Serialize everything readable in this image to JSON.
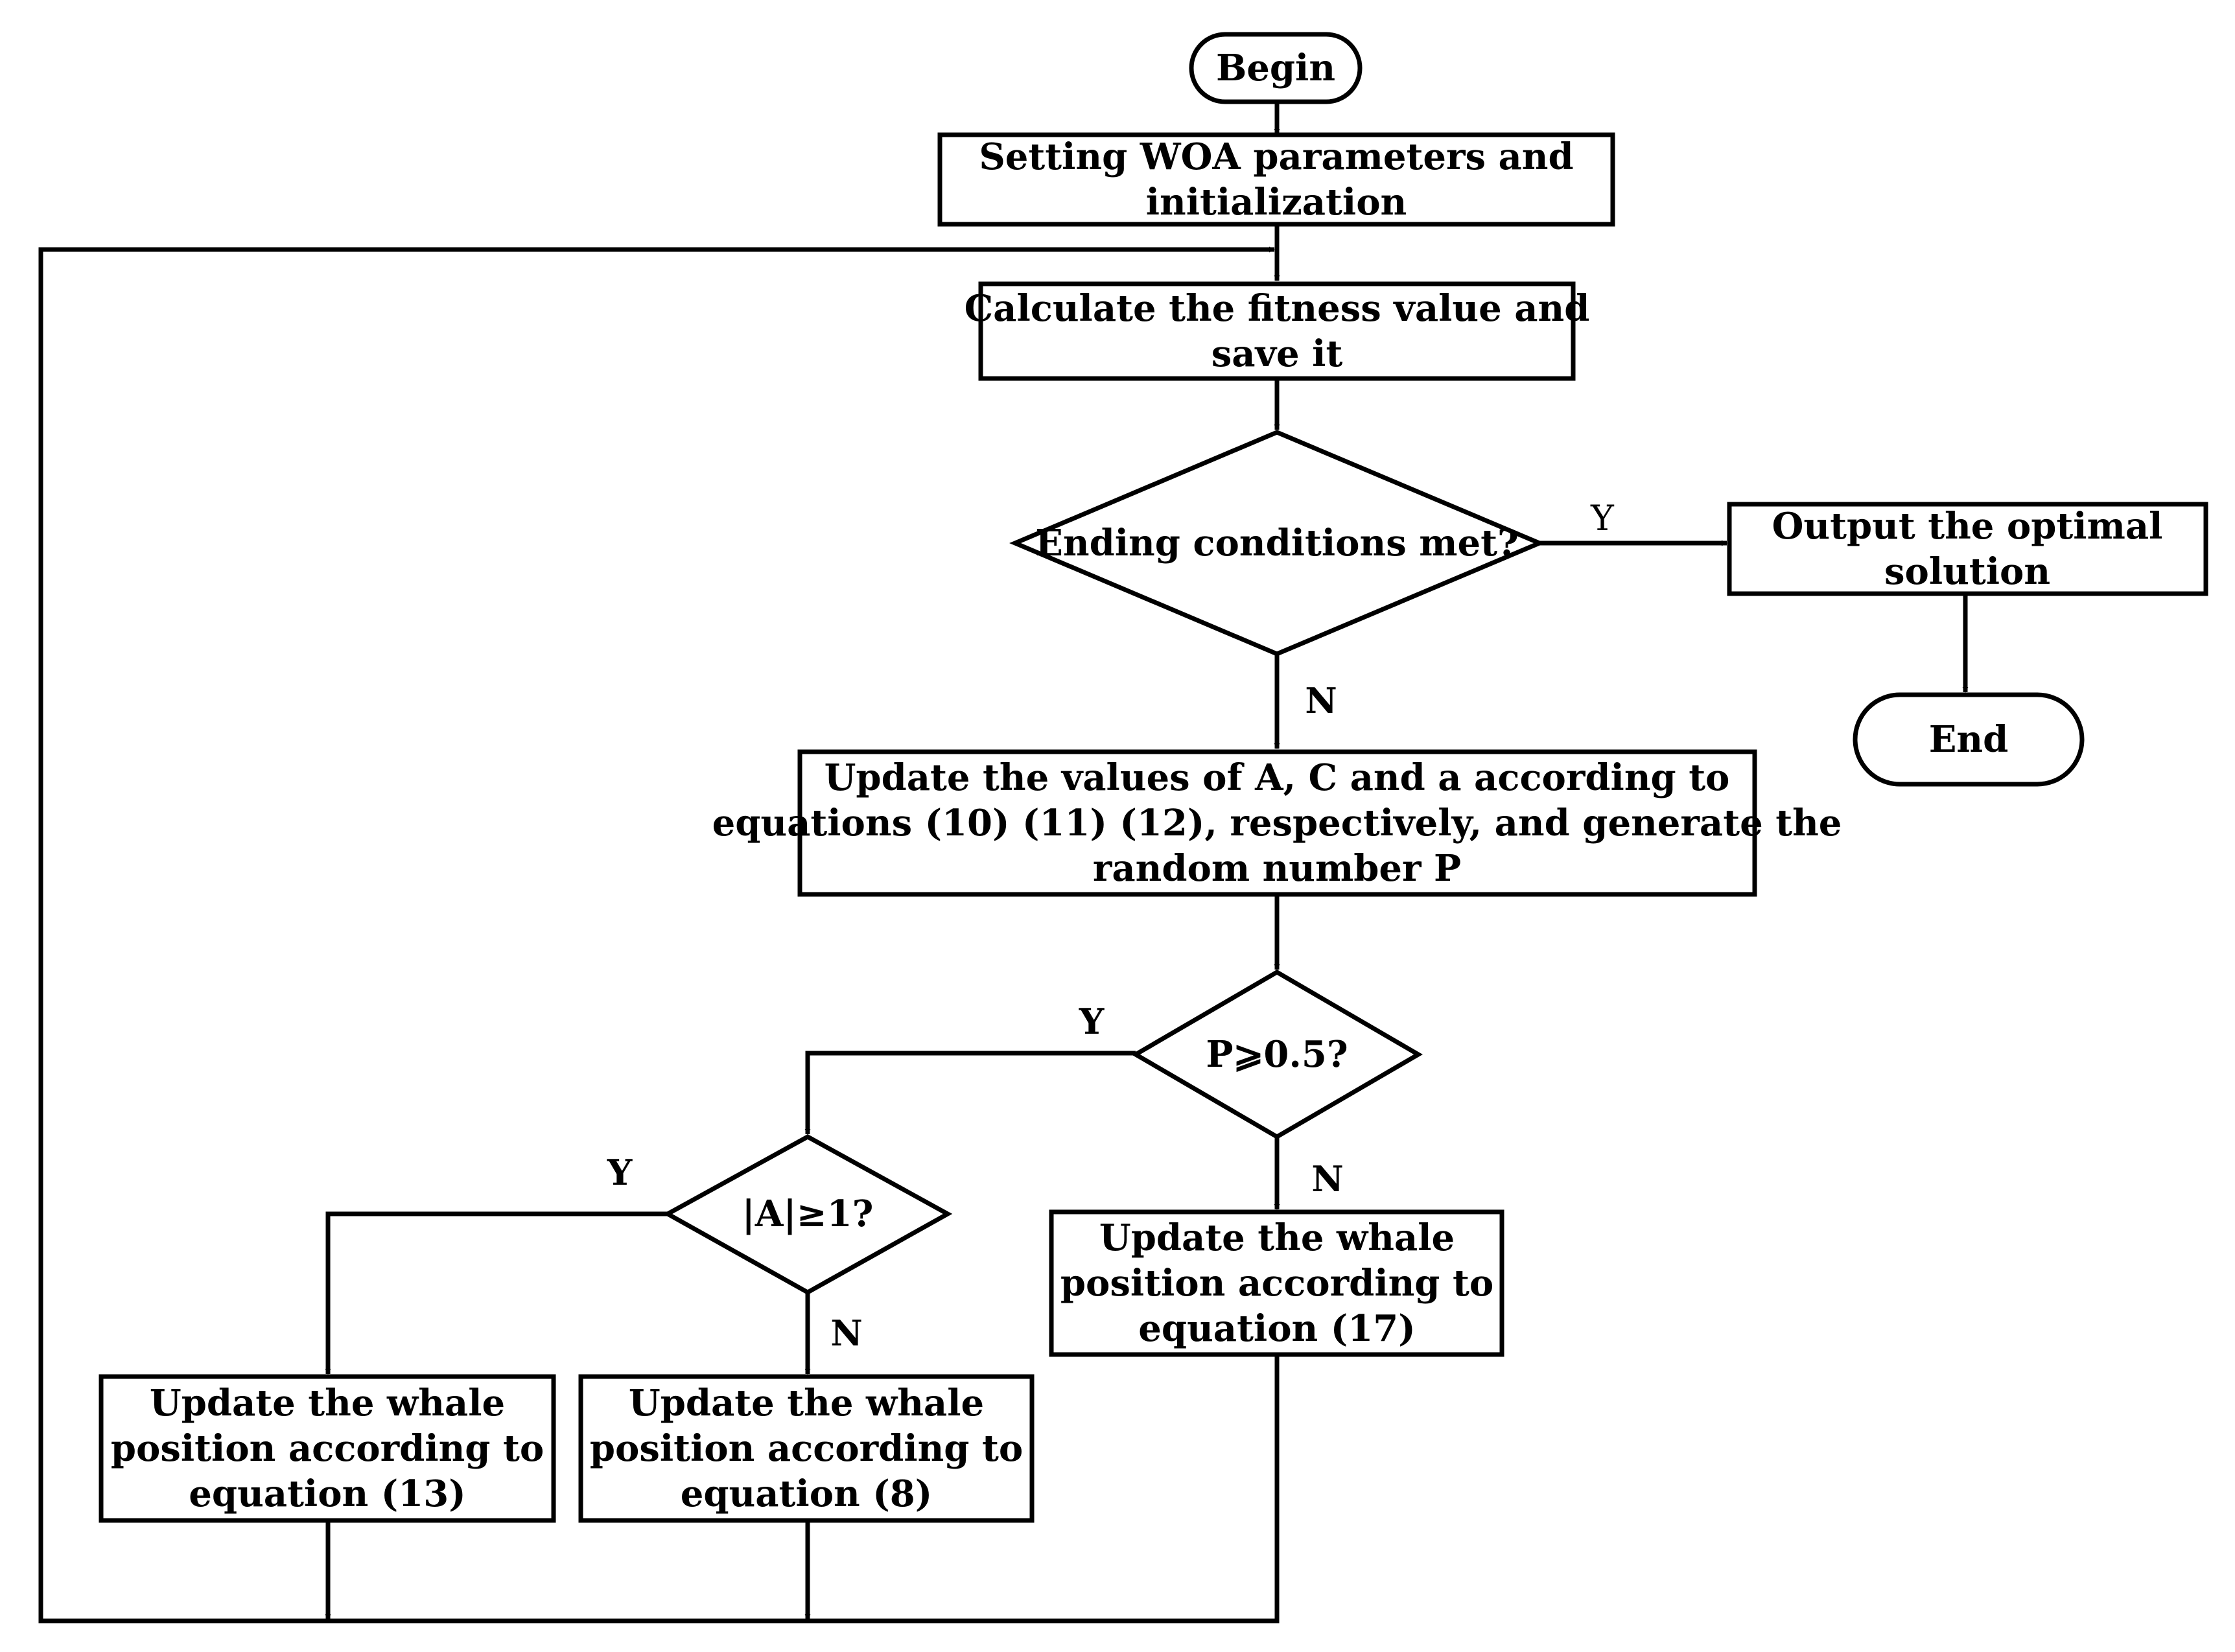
{
  "nodes": {
    "begin": {
      "lines": [
        "Begin"
      ]
    },
    "setting": {
      "lines": [
        "Setting WOA parameters and",
        "initialization"
      ]
    },
    "calculate": {
      "lines": [
        "Calculate the fitness value and",
        "save it"
      ]
    },
    "ending_decision": {
      "lines": [
        "Ending conditions met?"
      ]
    },
    "output": {
      "lines": [
        "Output the optimal",
        "solution"
      ]
    },
    "end": {
      "lines": [
        "End"
      ]
    },
    "update_values": {
      "lines": [
        "Update the values of A, C and a according to",
        "equations (10) (11) (12), respectively, and generate the",
        "random number P"
      ]
    },
    "p_decision": {
      "lines": [
        "P⩾0.5?"
      ]
    },
    "a_decision": {
      "lines": [
        "|A|≥1?"
      ]
    },
    "update_17": {
      "lines": [
        "Update the whale",
        "position according to",
        "equation (17)"
      ]
    },
    "update_13": {
      "lines": [
        "Update the whale",
        "position according to",
        "equation (13)"
      ]
    },
    "update_8": {
      "lines": [
        "Update the whale",
        "position according to",
        "equation (8)"
      ]
    }
  },
  "edge_labels": {
    "ending_yes": "Y",
    "ending_no": "N",
    "p_yes": "Y",
    "p_no": "N",
    "a_yes": "Y",
    "a_no": "N"
  }
}
